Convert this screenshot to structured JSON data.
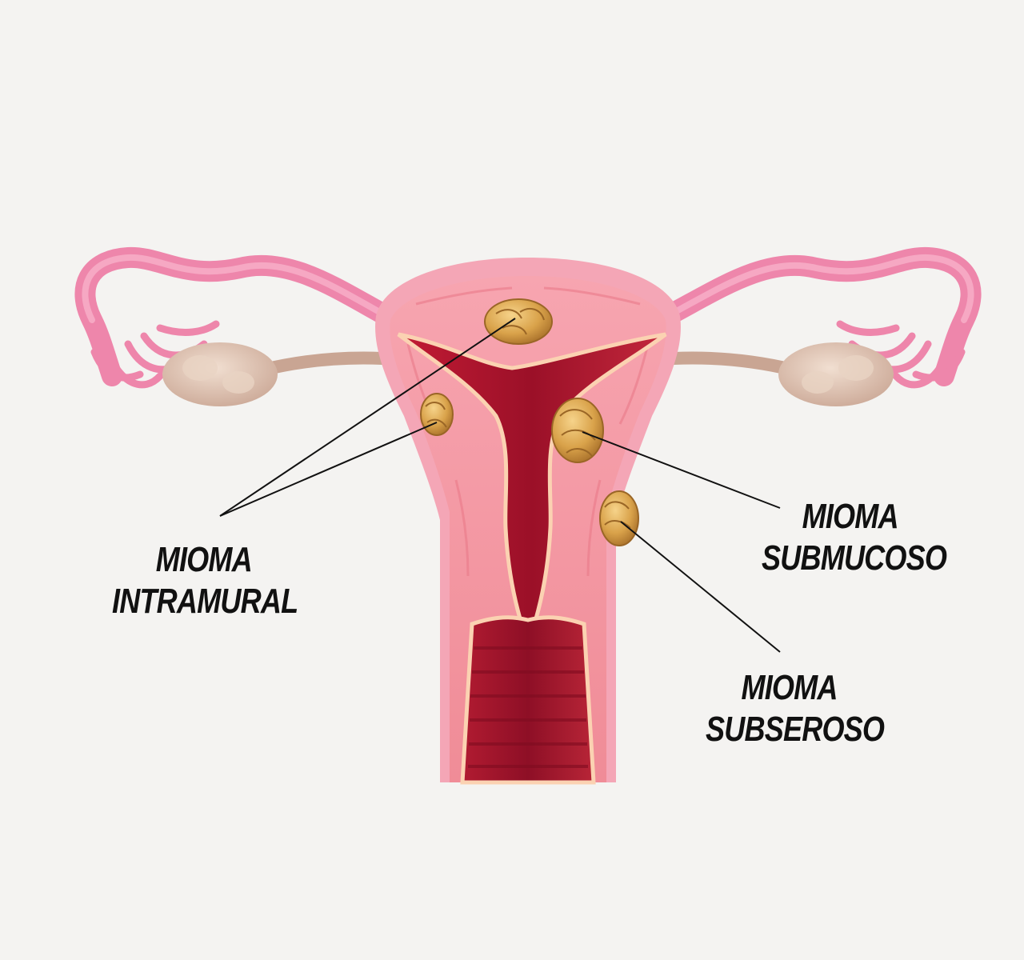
{
  "labels": {
    "intramural": {
      "line1": "MIOMA",
      "line2": "INTRAMURAL"
    },
    "submucoso": {
      "line1": "MIOMA",
      "line2": "SUBMUCOSO"
    },
    "subseroso": {
      "line1": "MIOMA",
      "line2": "SUBSEROSO"
    }
  },
  "colors": {
    "background": "#f4f3f1",
    "uterus_outer": "#f4a6b6",
    "uterus_wall": "#f08a98",
    "cavity": "#b3182e",
    "myoma": "#d9a24a",
    "tube": "#ef88ad",
    "ovary": "#dcc0ae",
    "leader_line": "#111111",
    "label_text": "#111111"
  }
}
